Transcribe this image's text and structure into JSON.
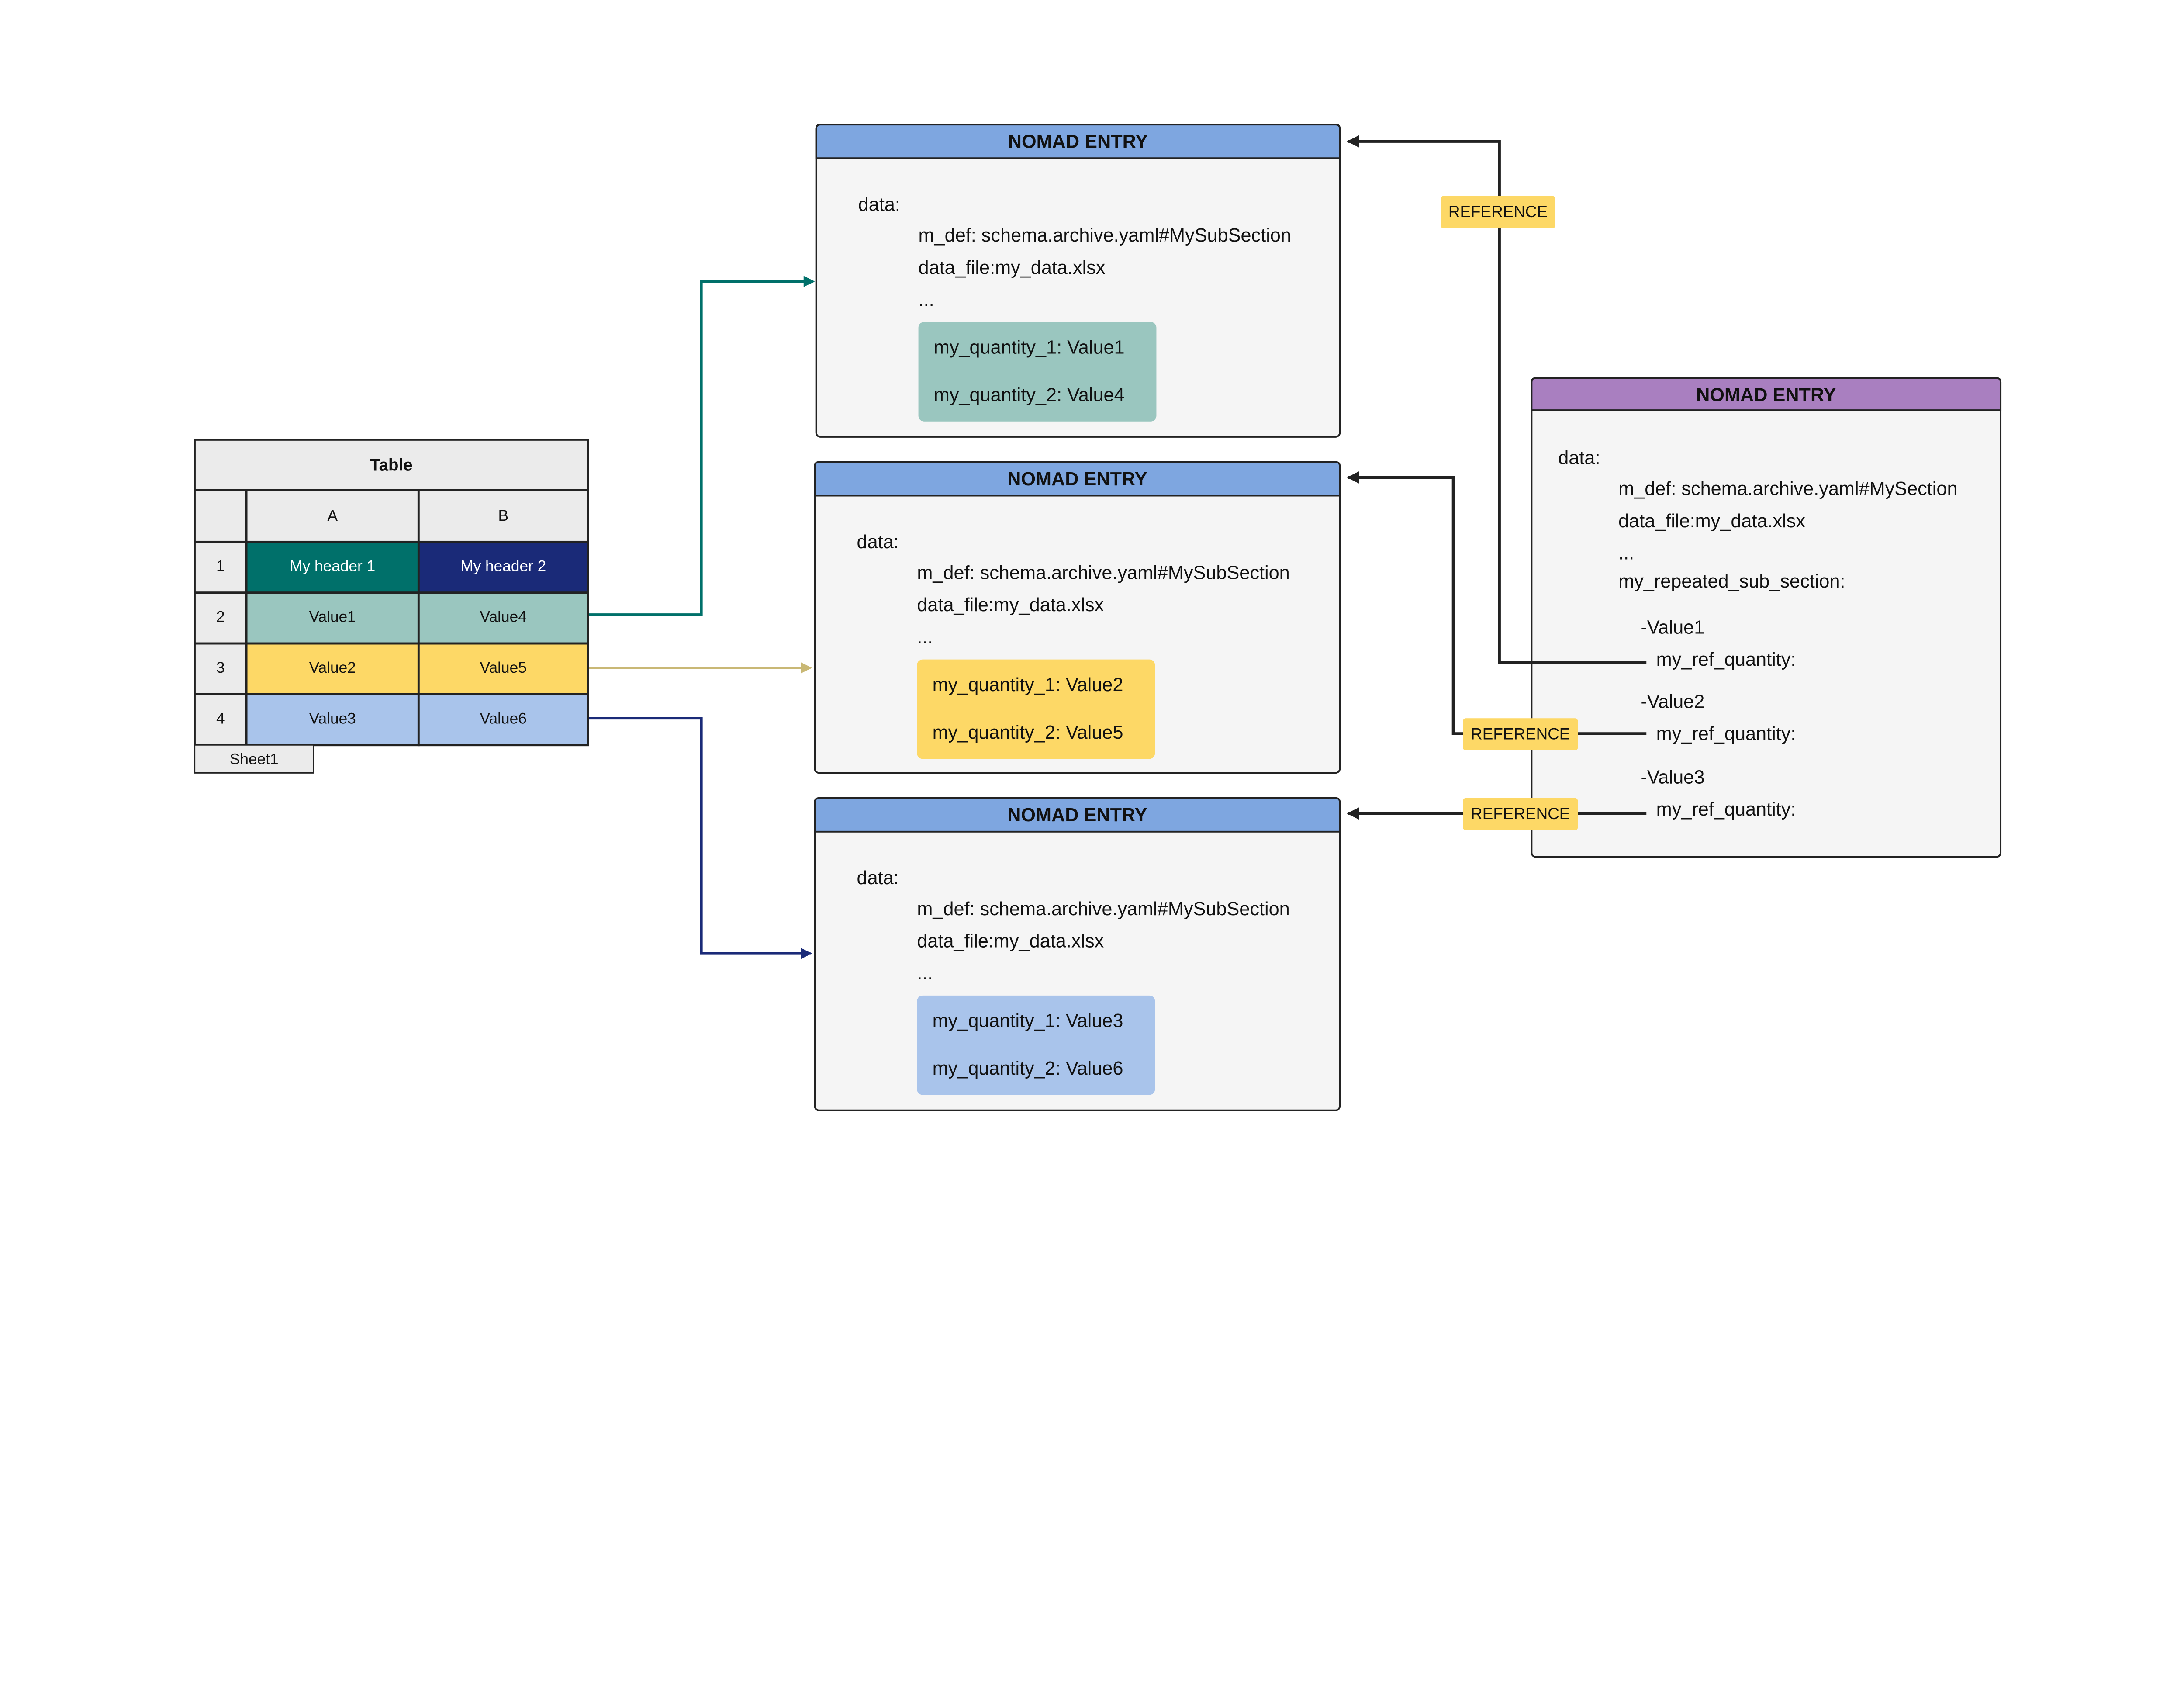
{
  "table": {
    "title": "Table",
    "columns": [
      "A",
      "B"
    ],
    "rows": [
      {
        "num": "1",
        "cells": [
          "My header 1",
          "My header 2"
        ]
      },
      {
        "num": "2",
        "cells": [
          "Value1",
          "Value4"
        ]
      },
      {
        "num": "3",
        "cells": [
          "Value2",
          "Value5"
        ]
      },
      {
        "num": "4",
        "cells": [
          "Value3",
          "Value6"
        ]
      }
    ],
    "sheet_tab": "Sheet1"
  },
  "entries": [
    {
      "title": "NOMAD ENTRY",
      "data_label": "data:",
      "m_def": "m_def: schema.archive.yaml#MySubSection",
      "data_file": "data_file:my_data.xlsx",
      "ellipsis": "...",
      "quantities": [
        "my_quantity_1: Value1",
        "my_quantity_2: Value4"
      ]
    },
    {
      "title": "NOMAD ENTRY",
      "data_label": "data:",
      "m_def": "m_def: schema.archive.yaml#MySubSection",
      "data_file": "data_file:my_data.xlsx",
      "ellipsis": "...",
      "quantities": [
        "my_quantity_1: Value2",
        "my_quantity_2: Value5"
      ]
    },
    {
      "title": "NOMAD ENTRY",
      "data_label": "data:",
      "m_def": "m_def: schema.archive.yaml#MySubSection",
      "data_file": "data_file:my_data.xlsx",
      "ellipsis": "...",
      "quantities": [
        "my_quantity_1: Value3",
        "my_quantity_2: Value6"
      ]
    }
  ],
  "main_entry": {
    "title": "NOMAD ENTRY",
    "data_label": "data:",
    "m_def": "m_def: schema.archive.yaml#MySection",
    "data_file": "data_file:my_data.xlsx",
    "ellipsis": "...",
    "repeated_label": "my_repeated_sub_section:",
    "items": [
      {
        "value": "-Value1",
        "ref": "my_ref_quantity:"
      },
      {
        "value": "-Value2",
        "ref": "my_ref_quantity:"
      },
      {
        "value": "-Value3",
        "ref": "my_ref_quantity:"
      }
    ]
  },
  "reference_labels": [
    "REFERENCE",
    "REFERENCE",
    "REFERENCE"
  ],
  "colors": {
    "entry_header": "#7ea6e0",
    "main_entry_header": "#a97fc0",
    "entry_body": "#f5f5f5",
    "table_gray": "#ebebeb",
    "teal": "#00706a",
    "navy": "#1a2a78",
    "light_teal": "#9ac6bf",
    "yellow": "#fdd866",
    "light_blue": "#a9c4eb",
    "yellow_arrow": "#c9b875",
    "reference_line": "#222222"
  }
}
